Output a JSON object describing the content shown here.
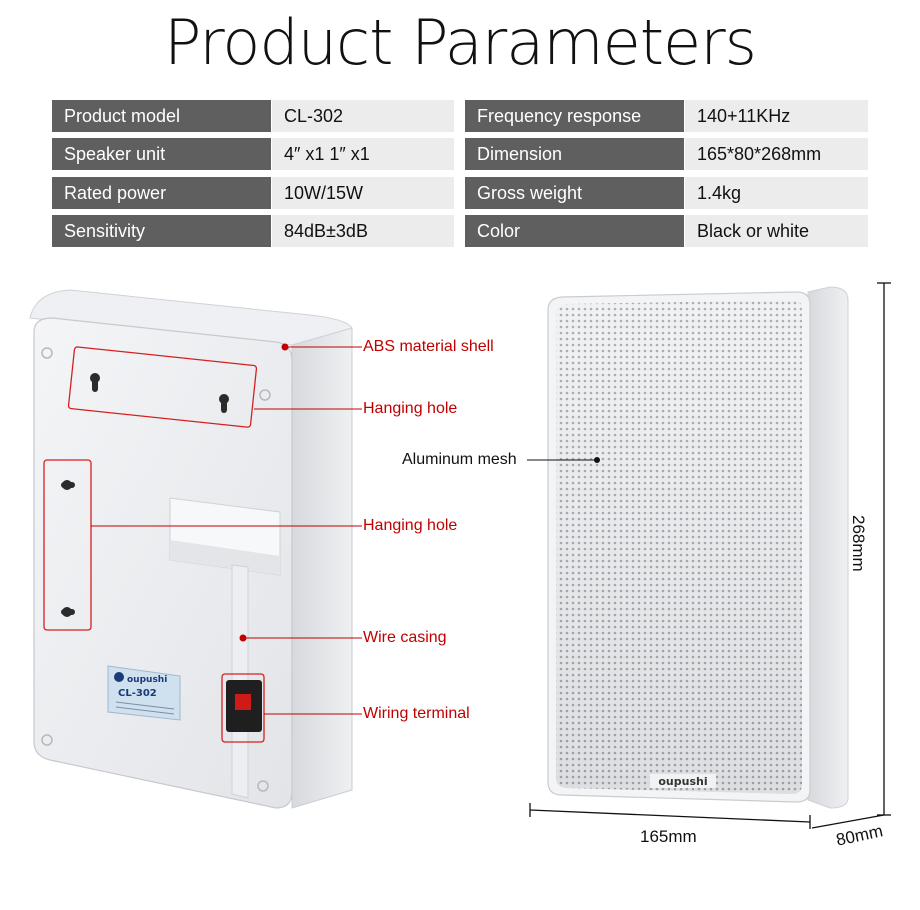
{
  "header": {
    "title": "Product Parameters"
  },
  "specs_left": [
    {
      "label": "Product model",
      "value": "CL-302"
    },
    {
      "label": "Speaker unit",
      "value": "4″ x1 1″ x1"
    },
    {
      "label": "Rated power",
      "value": "10W/15W"
    },
    {
      "label": "Sensitivity",
      "value": "84dB±3dB"
    }
  ],
  "specs_right": [
    {
      "label": "Frequency response",
      "value": "140+11KHz"
    },
    {
      "label": "Dimension",
      "value": "165*80*268mm"
    },
    {
      "label": "Gross weight",
      "value": "1.4kg"
    },
    {
      "label": "Color",
      "value": "Black or white"
    }
  ],
  "callouts": {
    "abs_shell": "ABS material shell",
    "hanging_hole_1": "Hanging hole",
    "hanging_hole_2": "Hanging hole",
    "wire_casing": "Wire casing",
    "wiring_terminal": "Wiring terminal",
    "aluminum_mesh": "Aluminum mesh"
  },
  "dimensions": {
    "height": "268mm",
    "width": "165mm",
    "depth": "80mm"
  },
  "back_label": {
    "brand": "oupushi",
    "model": "CL-302"
  },
  "front_logo": "oupushi",
  "colors": {
    "label_bg": "#5f5f5f",
    "value_bg": "#ececec",
    "callout": "#c00000"
  }
}
